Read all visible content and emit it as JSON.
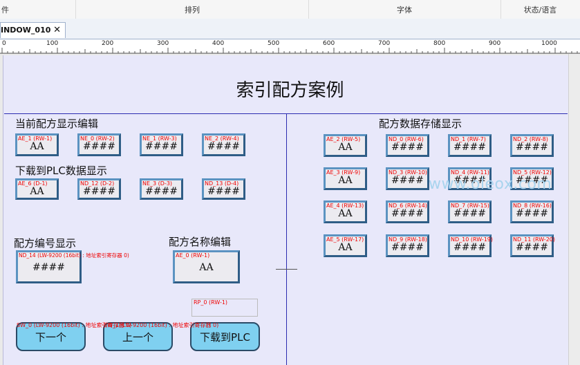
{
  "menubar": {
    "sections": [
      "件",
      "排列",
      "字体",
      "状态/语言"
    ]
  },
  "tab": {
    "label": "INDOW_010",
    "close": "✕"
  },
  "ruler": {
    "ticks": [
      "0",
      "100",
      "200",
      "300",
      "400",
      "500",
      "600",
      "700",
      "800",
      "900",
      "1000"
    ]
  },
  "page": {
    "title": "索引配方案例",
    "watermark": "www.oleox.com"
  },
  "sections": {
    "edit": "当前配方显示编辑",
    "download": "下载到PLC数据显示",
    "number": "配方编号显示",
    "name": "配方名称编辑",
    "storage": "配方数据存储显示"
  },
  "edit_fields": [
    {
      "label": "AE_1 (RW-1)",
      "value": "AA"
    },
    {
      "label": "NE_0 (RW-2)",
      "value": "####"
    },
    {
      "label": "NE_1 (RW-3)",
      "value": "####"
    },
    {
      "label": "NE_2 (RW-4)",
      "value": "####"
    }
  ],
  "download_fields": [
    {
      "label": "AE_6 (D-1)",
      "value": "AA"
    },
    {
      "label": "ND_12 (D-2)",
      "value": "####"
    },
    {
      "label": "NE_3 (D-3)",
      "value": "####"
    },
    {
      "label": "ND_13 (D-4)",
      "value": "####"
    }
  ],
  "number_field": {
    "label": "ND_14 (LW-9200 (16bit) : 地址索引寄存器 0)",
    "value": "####"
  },
  "name_field": {
    "label": "AE_0 (RW-1)",
    "value": "AA"
  },
  "storage_rows": [
    [
      {
        "label": "AE_2 (RW-5)",
        "value": "AA"
      },
      {
        "label": "ND_0 (RW-6)",
        "value": "####"
      },
      {
        "label": "ND_1 (RW-7)",
        "value": "####"
      },
      {
        "label": "ND_2 (RW-8)",
        "value": "####"
      }
    ],
    [
      {
        "label": "AE_3 (RW-9)",
        "value": "AA"
      },
      {
        "label": "ND_3 (RW-10)",
        "value": "####"
      },
      {
        "label": "ND_4 (RW-11)",
        "value": "####"
      },
      {
        "label": "ND_5 (RW-12)",
        "value": "####"
      }
    ],
    [
      {
        "label": "AE_4 (RW-13)",
        "value": "AA"
      },
      {
        "label": "ND_6 (RW-14)",
        "value": "####"
      },
      {
        "label": "ND_7 (RW-15)",
        "value": "####"
      },
      {
        "label": "ND_8 (RW-16)",
        "value": "####"
      }
    ],
    [
      {
        "label": "AE_5 (RW-17)",
        "value": "AA"
      },
      {
        "label": "ND_9 (RW-18)",
        "value": "####"
      },
      {
        "label": "ND_10 (RW-19)",
        "value": "####"
      },
      {
        "label": "ND_11 (RW-20)",
        "value": "####"
      }
    ]
  ],
  "rp_label": "RP_0 (RW-1)",
  "buttons": {
    "next": "下一个",
    "prev": "上一个",
    "download": "下载到PLC"
  },
  "button_labels": {
    "next": "SW_0 (LW-9200 (16bit) : 地址索引寄存器 0)",
    "prev": "SW_1 (LW-9200 (16bit) : 地址索引寄存器 0)"
  }
}
